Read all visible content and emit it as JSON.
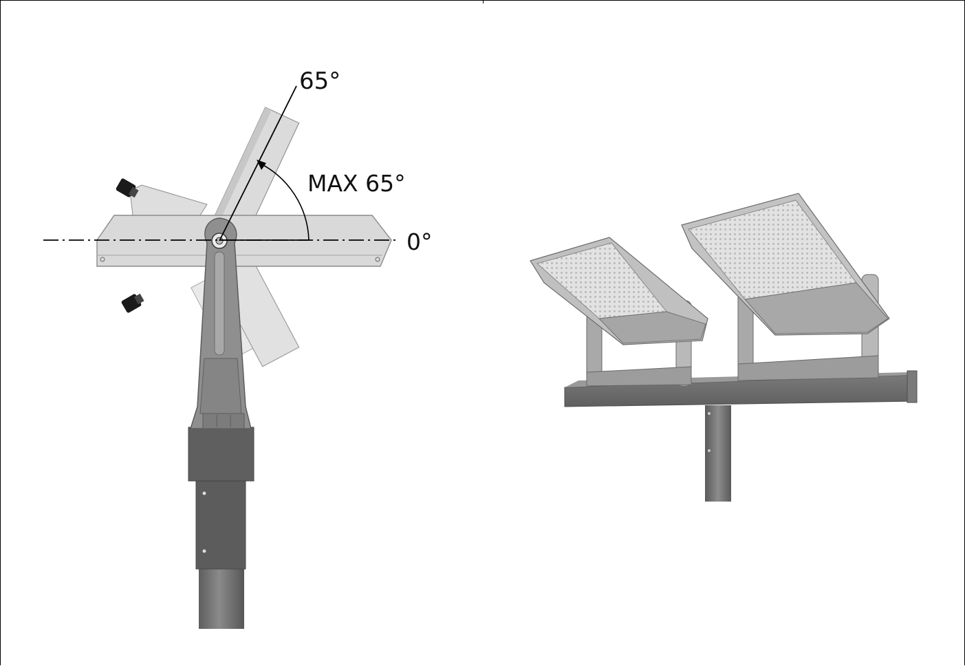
{
  "diagram": {
    "labels": {
      "max_angle": "65°",
      "max_text": "MAX 65°",
      "zero_angle": "0°"
    },
    "tilt": {
      "min_deg": 0,
      "max_deg": 65
    },
    "colors": {
      "pole": "#707070",
      "pole_sleeve": "#5a5a5a",
      "bracket": "#8f8f8f",
      "fixture_ghost": "#d3d3d3",
      "fixture_face": "#e4e4e4",
      "crossarm": "#6e6e6e",
      "line": "#000000"
    },
    "icons": [
      "cable-gland-icon",
      "pivot-bolt-icon"
    ]
  }
}
